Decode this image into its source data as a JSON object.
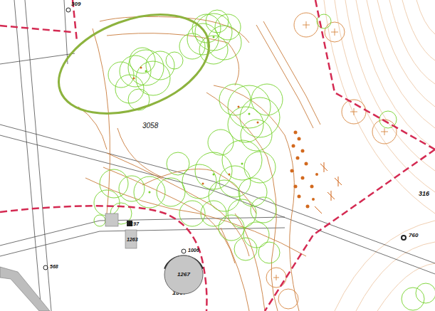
{
  "diagram": {
    "nodes": [
      {
        "text": [
          "1267"
        ]
      }
    ],
    "labels": [
      "309",
      "3058",
      "316",
      "760",
      "1197",
      "1263",
      "1006",
      "1567",
      "568"
    ]
  }
}
